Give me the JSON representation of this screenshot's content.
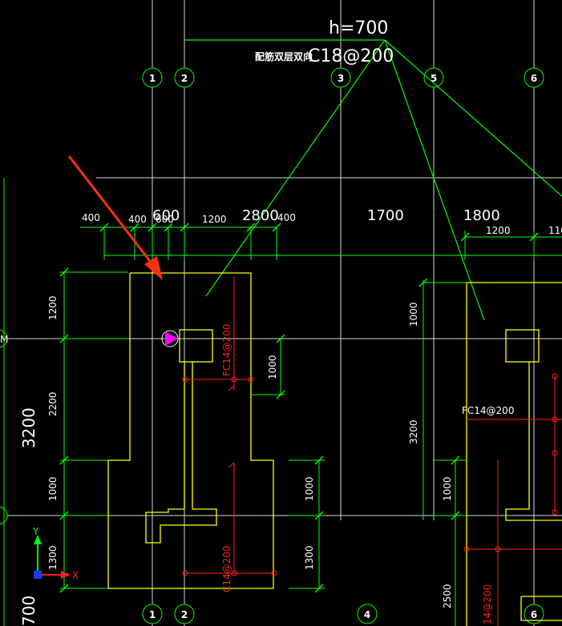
{
  "annotation": {
    "height_label": "h=700",
    "rebar_prefix": "配筋双层双向",
    "rebar_spec": "C18@200"
  },
  "grid_top": [
    "1",
    "2",
    "3",
    "5",
    "6"
  ],
  "grid_bottom": [
    "1",
    "2",
    "4",
    "6"
  ],
  "grid_left_marker": "M",
  "top_dims": [
    "400",
    "400",
    "600",
    "600",
    "1200",
    "2800",
    "400",
    "1700",
    "1800",
    "1200",
    "110"
  ],
  "left_dims": [
    "1200",
    "2200",
    "1000",
    "1300"
  ],
  "left_big": [
    "3200",
    "700"
  ],
  "inner_dims": [
    "1000",
    "1000",
    "1300"
  ],
  "right_dims": [
    "1000",
    "3200",
    "1000",
    "2500"
  ],
  "red_labels": [
    "FC14@200",
    "C14@200",
    "14@200"
  ],
  "right_label": "FC14@200",
  "ucs": {
    "y": "Y",
    "x": "X"
  },
  "colors": {
    "background": "#000000",
    "green": "#00ff00",
    "yellow": "#ffff00",
    "red": "#ff2020",
    "white": "#ffffff",
    "magenta": "#ff00ff",
    "arrow": "#ff3010"
  }
}
